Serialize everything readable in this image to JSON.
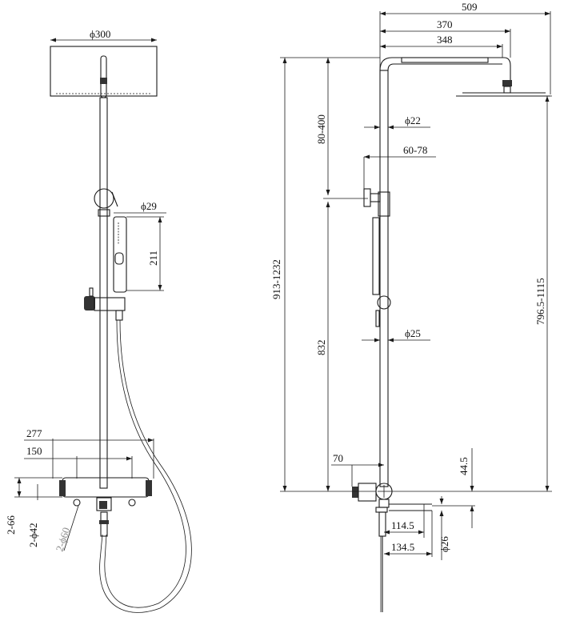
{
  "front_view": {
    "head_diameter": "ϕ300",
    "handset_diameter": "ϕ29",
    "handset_length": "211",
    "mixer_width": "277",
    "inlet_spacing": "150",
    "inlet_count": "2-66",
    "connector_diameter": "2-ϕ42",
    "flange_diameter": "2-ϕ60"
  },
  "side_view": {
    "total_projection": "509",
    "arm_length": "370",
    "head_plate_length": "348",
    "pipe_diameter_upper": "ϕ22",
    "bracket_offset": "60-78",
    "upper_adjust_range": "80-400",
    "total_height_range": "913-1232",
    "head_height_range": "796.5-1115",
    "slide_height": "832",
    "pipe_diameter_lower": "ϕ25",
    "valve_offset": "70",
    "spout_height": "44.5",
    "spout_reach_inner": "114.5",
    "spout_reach_outer": "134.5",
    "spout_diameter": "ϕ26"
  }
}
